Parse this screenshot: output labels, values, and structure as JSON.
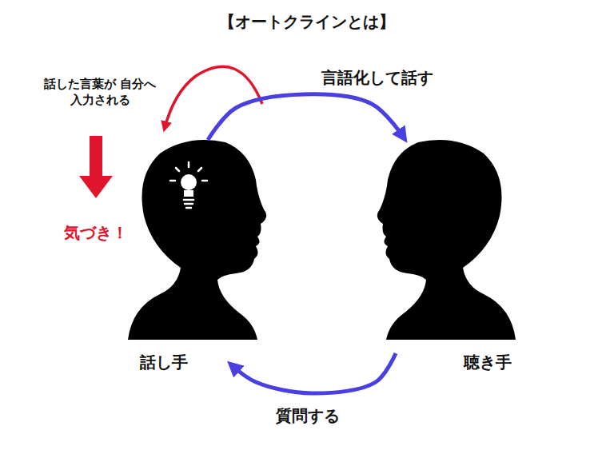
{
  "diagram": {
    "title": "【オートクラインとは】",
    "nodes": [
      {
        "text": [
          "話し手"
        ]
      },
      {
        "text": [
          "聴き手"
        ]
      }
    ],
    "edges": [
      {
        "from": 0,
        "to": 1,
        "arrow": "to",
        "label": "言語化して話す"
      },
      {
        "from": 1,
        "to": 0,
        "arrow": "to",
        "label": "質問する"
      }
    ],
    "labels": [
      "話した言葉が 自分へ入力される",
      "気づき！"
    ]
  }
}
